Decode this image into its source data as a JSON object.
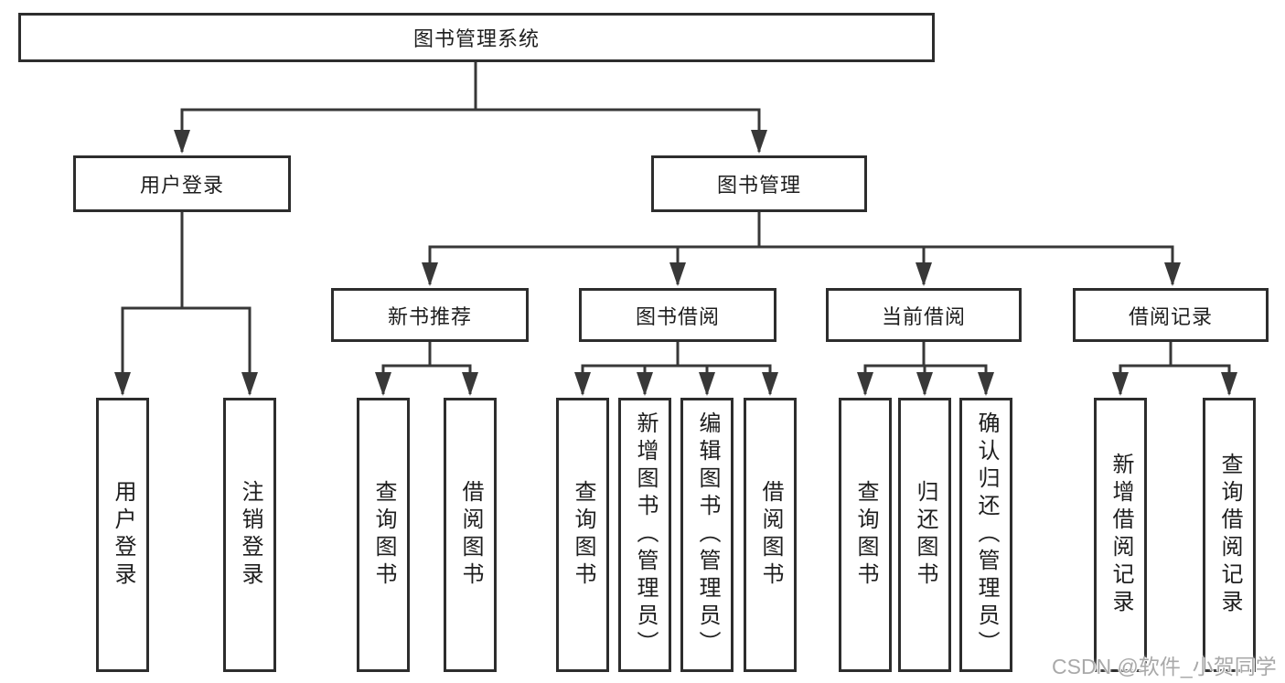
{
  "tree": {
    "root": "图书管理系统",
    "children": [
      {
        "label": "用户登录",
        "children": [
          "用户登录",
          "注销登录"
        ]
      },
      {
        "label": "图书管理",
        "children": [
          {
            "label": "新书推荐",
            "children": [
              "查询图书",
              "借阅图书"
            ]
          },
          {
            "label": "图书借阅",
            "children": [
              "查询图书",
              "新增图书（管理员）",
              "编辑图书（管理员）",
              "借阅图书"
            ]
          },
          {
            "label": "当前借阅",
            "children": [
              "查询图书",
              "归还图书",
              "确认归还（管理员）"
            ]
          },
          {
            "label": "借阅记录",
            "children": [
              "新增借阅记录",
              "查询借阅记录"
            ]
          }
        ]
      }
    ]
  },
  "watermark": "CSDN @软件_小贺同学",
  "colors": {
    "line": "#383838",
    "box_border": "#2d2d2d",
    "text": "#1e1e1e",
    "watermark": "#a9a9a9",
    "background": "#ffffff"
  }
}
